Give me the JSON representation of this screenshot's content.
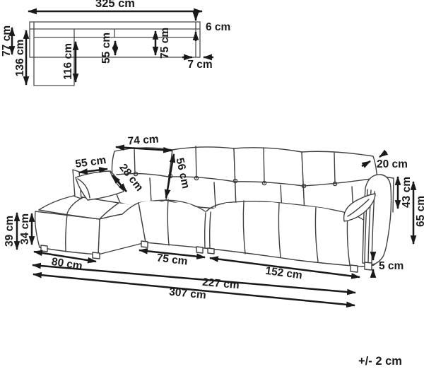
{
  "diagram": {
    "title_note": "sofa dimension diagram",
    "top_view": {
      "total_width": "325 cm",
      "armrest_side_depth": "77 cm",
      "total_depth": "136 cm",
      "chaise_length": "116 cm",
      "seat_depth": "55 cm",
      "backrest_side_depth": "75 cm",
      "back_panel_thickness": "6 cm",
      "side_panel_thickness": "7 cm"
    },
    "front_view": {
      "back_cushion_width": "74 cm",
      "back_cushion_height": "56 cm",
      "arm_pillow_width": "55 cm",
      "arm_pillow_depth": "28 cm",
      "backrest_thickness": "20 cm",
      "armrest_above_seat_height": "43 cm",
      "armrest_total_height": "65 cm",
      "chaise_total_height": "39 cm",
      "chaise_seat_height": "34 cm",
      "chaise_width": "80 cm",
      "seat_section_left_width": "75 cm",
      "seat_section_right_width": "152 cm",
      "inner_width": "227 cm",
      "total_width": "307 cm",
      "leg_height": "5 cm"
    },
    "tolerance": "+/- 2 cm"
  }
}
